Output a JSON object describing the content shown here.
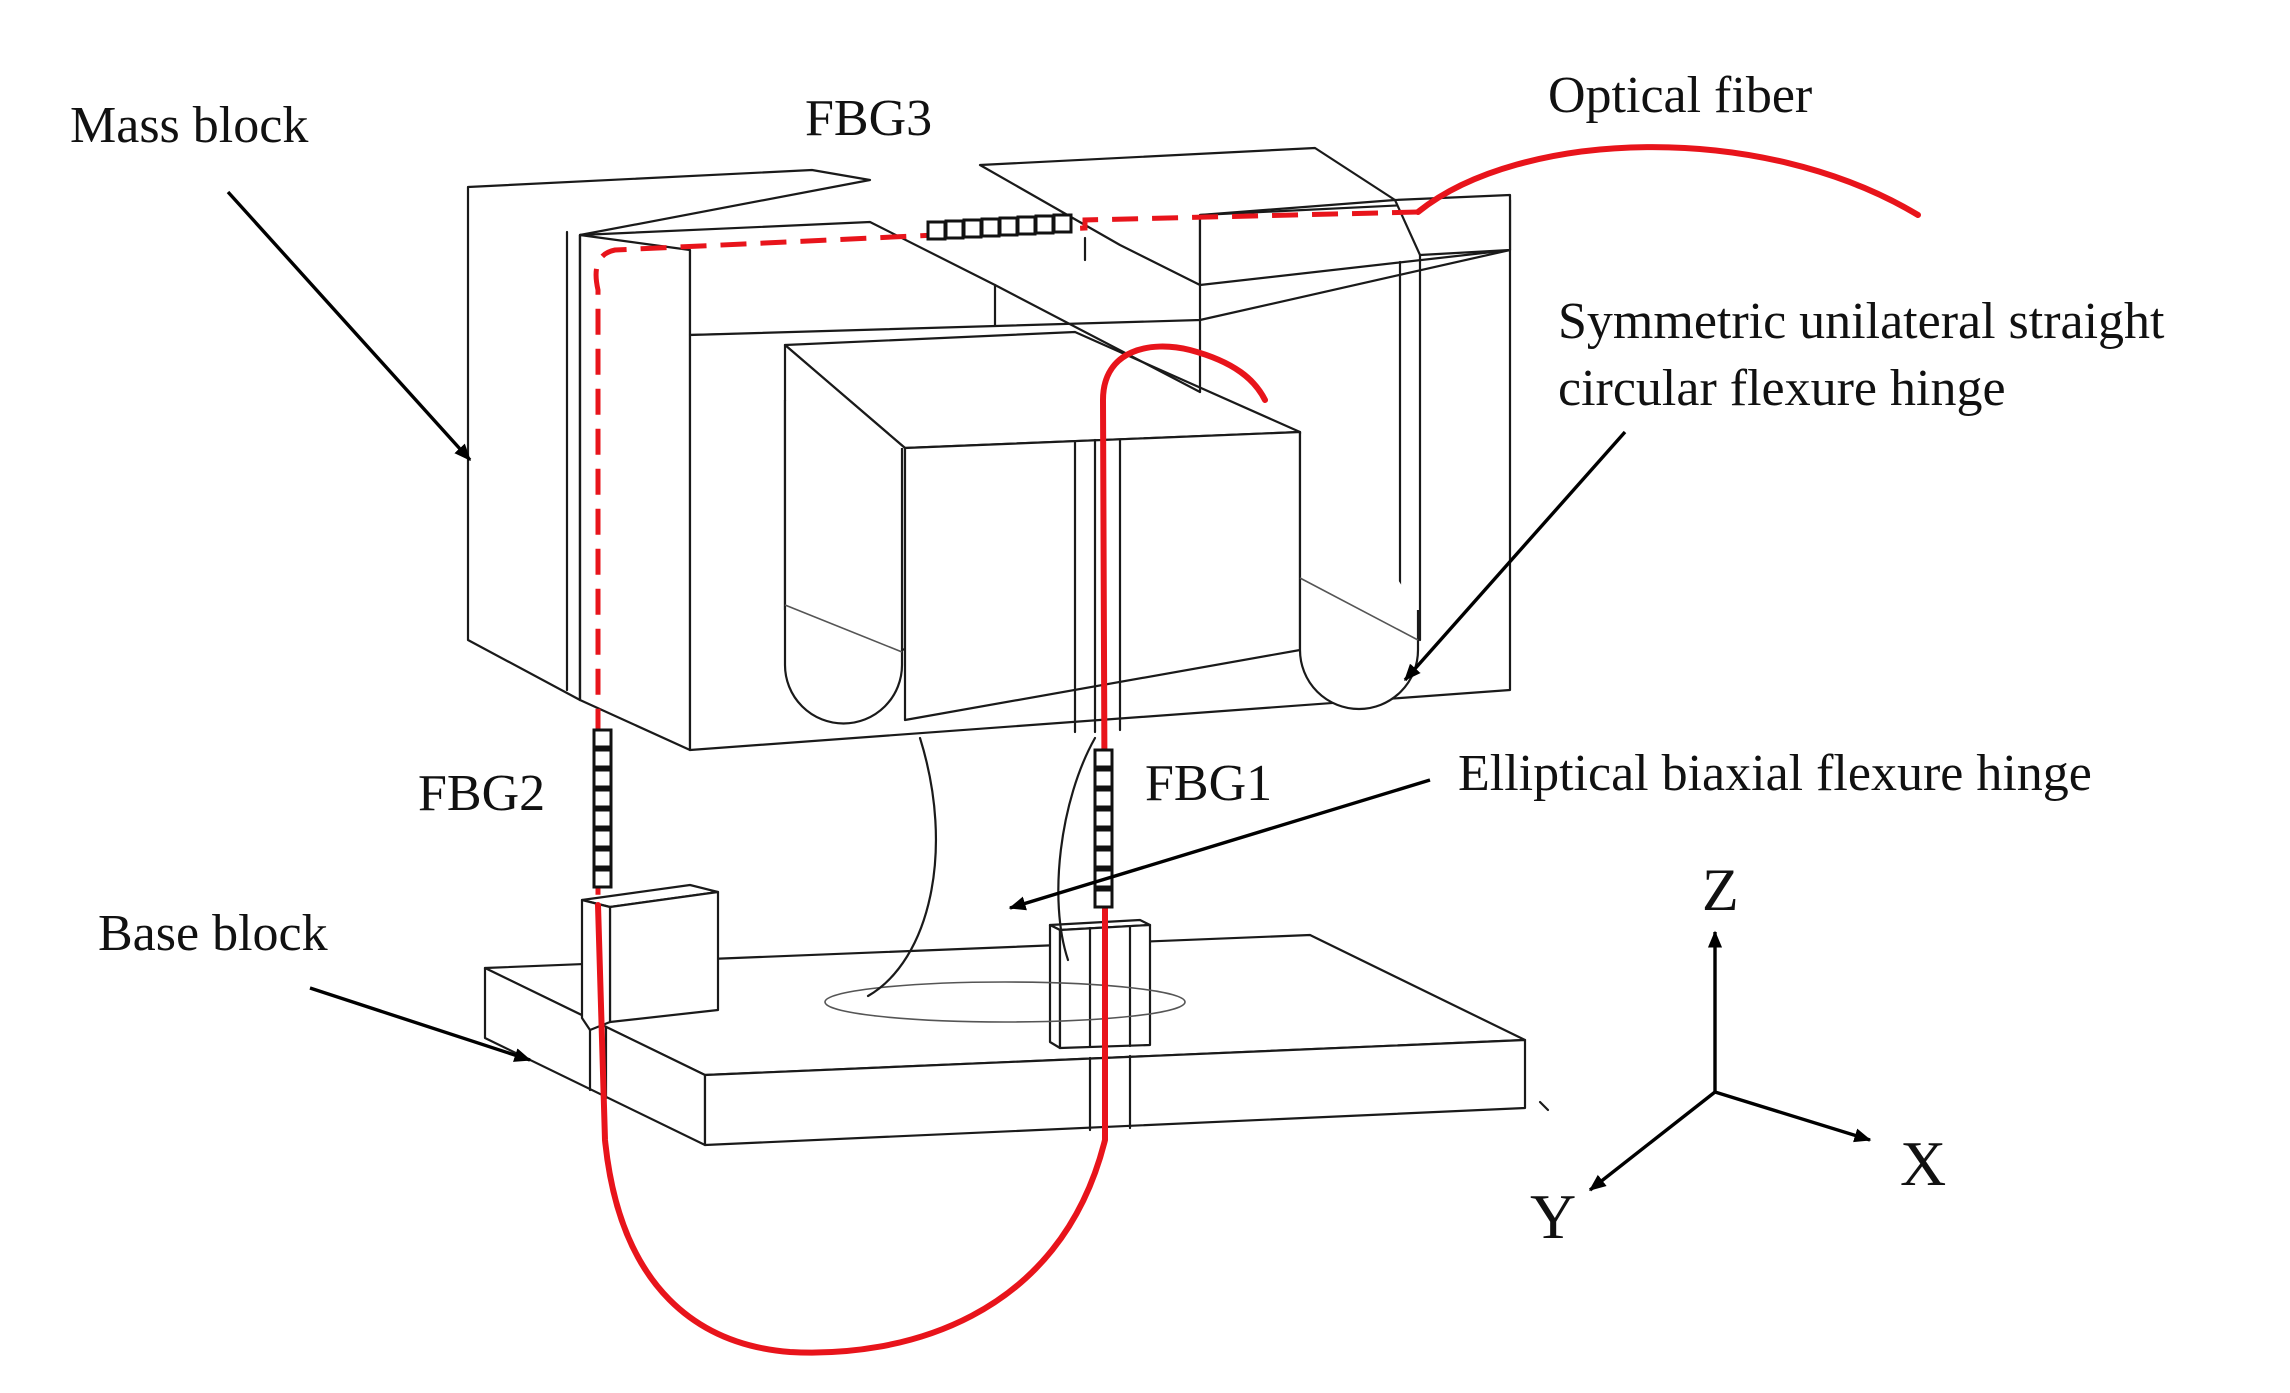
{
  "labels": {
    "mass_block": "Mass block",
    "fbg3": "FBG3",
    "optical_fiber": "Optical fiber",
    "hinge_straight_line1": "Symmetric unilateral straight",
    "hinge_straight_line2": "circular flexure hinge",
    "fbg2": "FBG2",
    "fbg1": "FBG1",
    "hinge_elliptical": "Elliptical biaxial flexure hinge",
    "base_block": "Base block"
  },
  "axes": {
    "z": "Z",
    "x": "X",
    "y": "Y"
  },
  "colors": {
    "fiber": "#e8141b",
    "outline": "#1a1a1a",
    "text": "#111111"
  }
}
